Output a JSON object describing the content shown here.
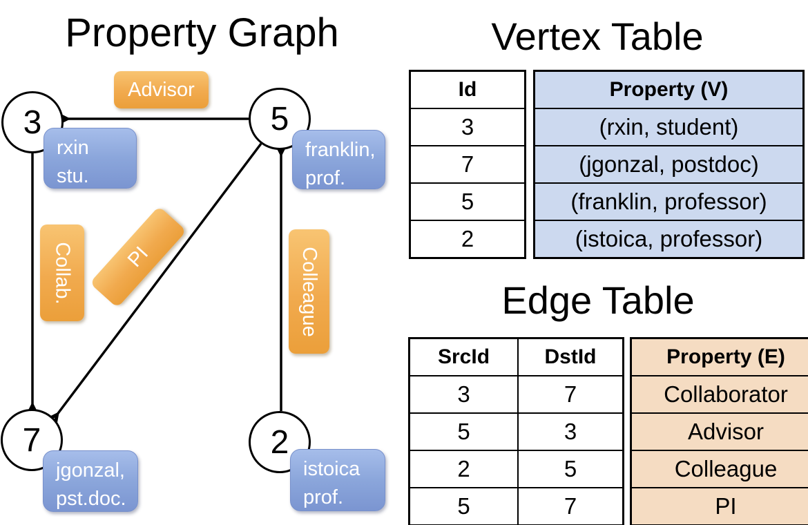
{
  "titles": {
    "graph": "Property Graph",
    "vertex_table": "Vertex Table",
    "edge_table": "Edge Table"
  },
  "graph": {
    "nodes": [
      {
        "id": "3",
        "prop_line1": "rxin",
        "prop_line2": "stu."
      },
      {
        "id": "5",
        "prop_line1": "franklin,",
        "prop_line2": "prof."
      },
      {
        "id": "7",
        "prop_line1": "jgonzal,",
        "prop_line2": "pst.doc."
      },
      {
        "id": "2",
        "prop_line1": "istoica",
        "prop_line2": "prof."
      }
    ],
    "edge_labels": [
      {
        "label": "Advisor"
      },
      {
        "label": "Collab."
      },
      {
        "label": "PI"
      },
      {
        "label": "Colleague"
      }
    ]
  },
  "vertex_table": {
    "columns": {
      "id": "Id",
      "property": "Property (V)"
    },
    "rows": [
      {
        "id": "3",
        "property": "(rxin, student)"
      },
      {
        "id": "7",
        "property": "(jgonzal, postdoc)"
      },
      {
        "id": "5",
        "property": "(franklin, professor)"
      },
      {
        "id": "2",
        "property": "(istoica, professor)"
      }
    ]
  },
  "edge_table": {
    "columns": {
      "src": "SrcId",
      "dst": "DstId",
      "property": "Property (E)"
    },
    "rows": [
      {
        "src": "3",
        "dst": "7",
        "property": "Collaborator"
      },
      {
        "src": "5",
        "dst": "3",
        "property": "Advisor"
      },
      {
        "src": "2",
        "dst": "5",
        "property": "Colleague"
      },
      {
        "src": "5",
        "dst": "7",
        "property": "PI"
      }
    ]
  },
  "colors": {
    "edge_label_fill": "#f1aa4e",
    "vertex_prop_fill": "#8ba6db",
    "vertex_table_fill": "#ccd9ef",
    "edge_table_fill": "#f5dcc2",
    "line_color": "#000000"
  }
}
